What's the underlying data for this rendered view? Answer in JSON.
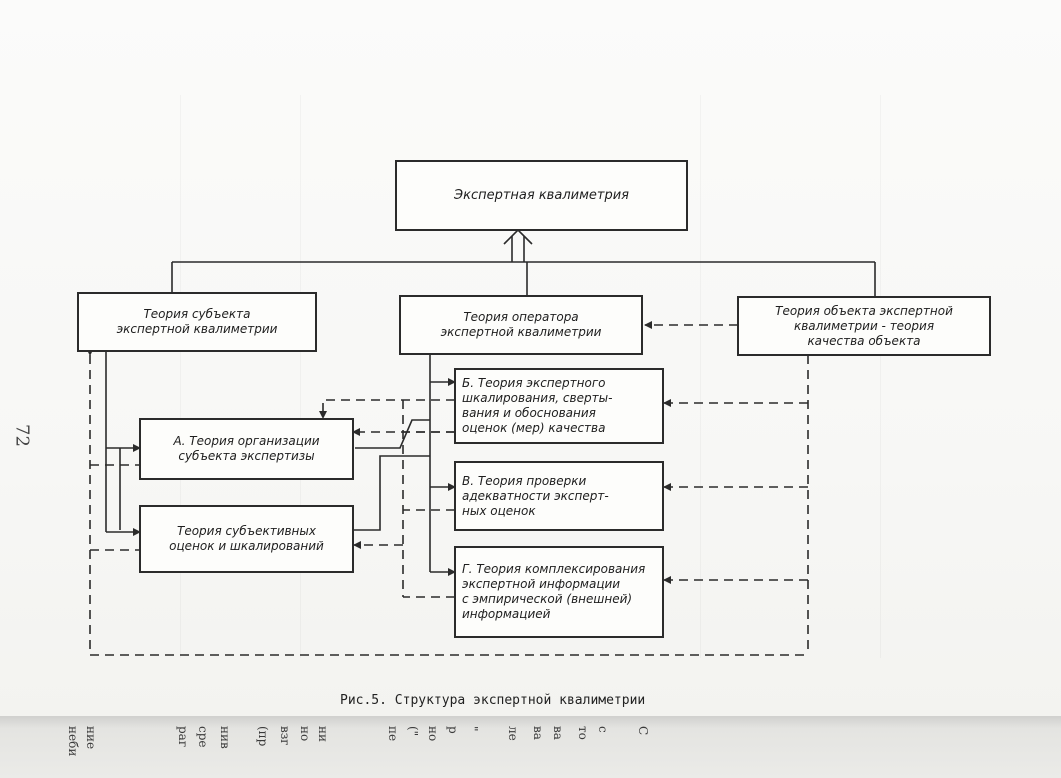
{
  "page_number": "72",
  "caption": "Рис.5. Структура экспертной квалиметрии",
  "boxes": {
    "root": "Экспертная квалиметрия",
    "subject": "Теория субъекта\nэкспертной квалиметрии",
    "operator": "Теория оператора\nэкспертной квалиметрии",
    "object": "Теория объекта экспертной\nквалиметрии - теория\nкачества объекта",
    "a": "А. Теория организации\nсубъекта экспертизы",
    "subjective": "Теория субъективных\nоценок и шкалирований",
    "b": "Б. Теория экспертного\nшкалирования, сверты-\nвания и обоснования\nоценок (мер) качества",
    "v": "В. Теория проверки\nадекватности эксперт-\nных оценок",
    "g": "Г. Теория комплексирования\nэкспертной информации\nс эмпирической (внешней)\nинформацией"
  },
  "bottom_strip_fragments": [
    "ние",
    "неби",
    "сре",
    "раг",
    "нив",
    "(пр",
    "взг",
    "но",
    "ни",
    "пе",
    "(\"",
    "но",
    "р",
    "\"",
    "ле",
    "ва",
    "ва",
    "то",
    "с",
    "С"
  ]
}
